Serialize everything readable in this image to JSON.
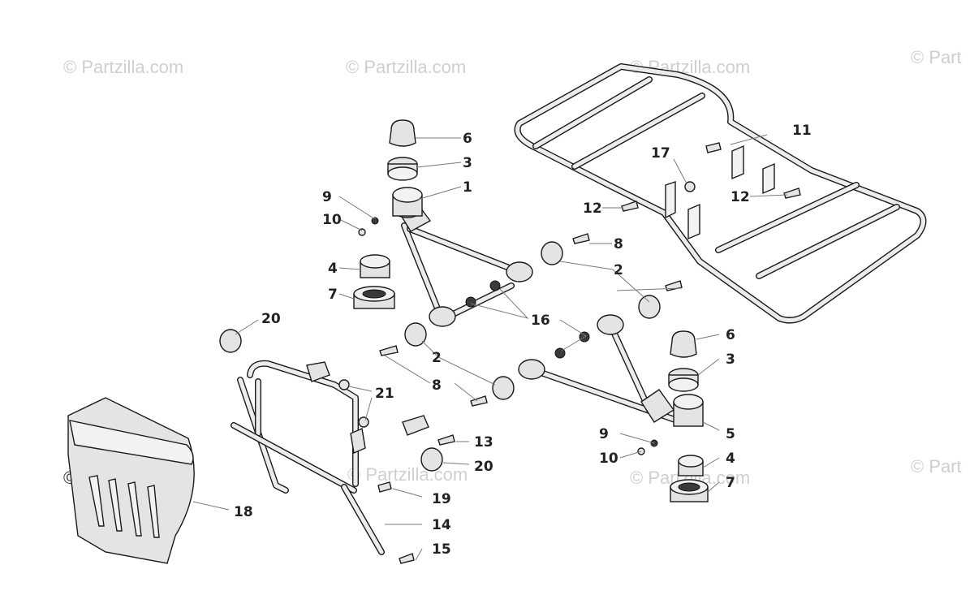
{
  "watermark": {
    "text": "© Partzilla.com",
    "clipped_text": "© Part"
  },
  "callouts": [
    "1",
    "2",
    "3",
    "4",
    "6",
    "7",
    "8",
    "9",
    "10",
    "11",
    "12",
    "13",
    "14",
    "15",
    "16",
    "17",
    "18",
    "19",
    "20",
    "21"
  ]
}
